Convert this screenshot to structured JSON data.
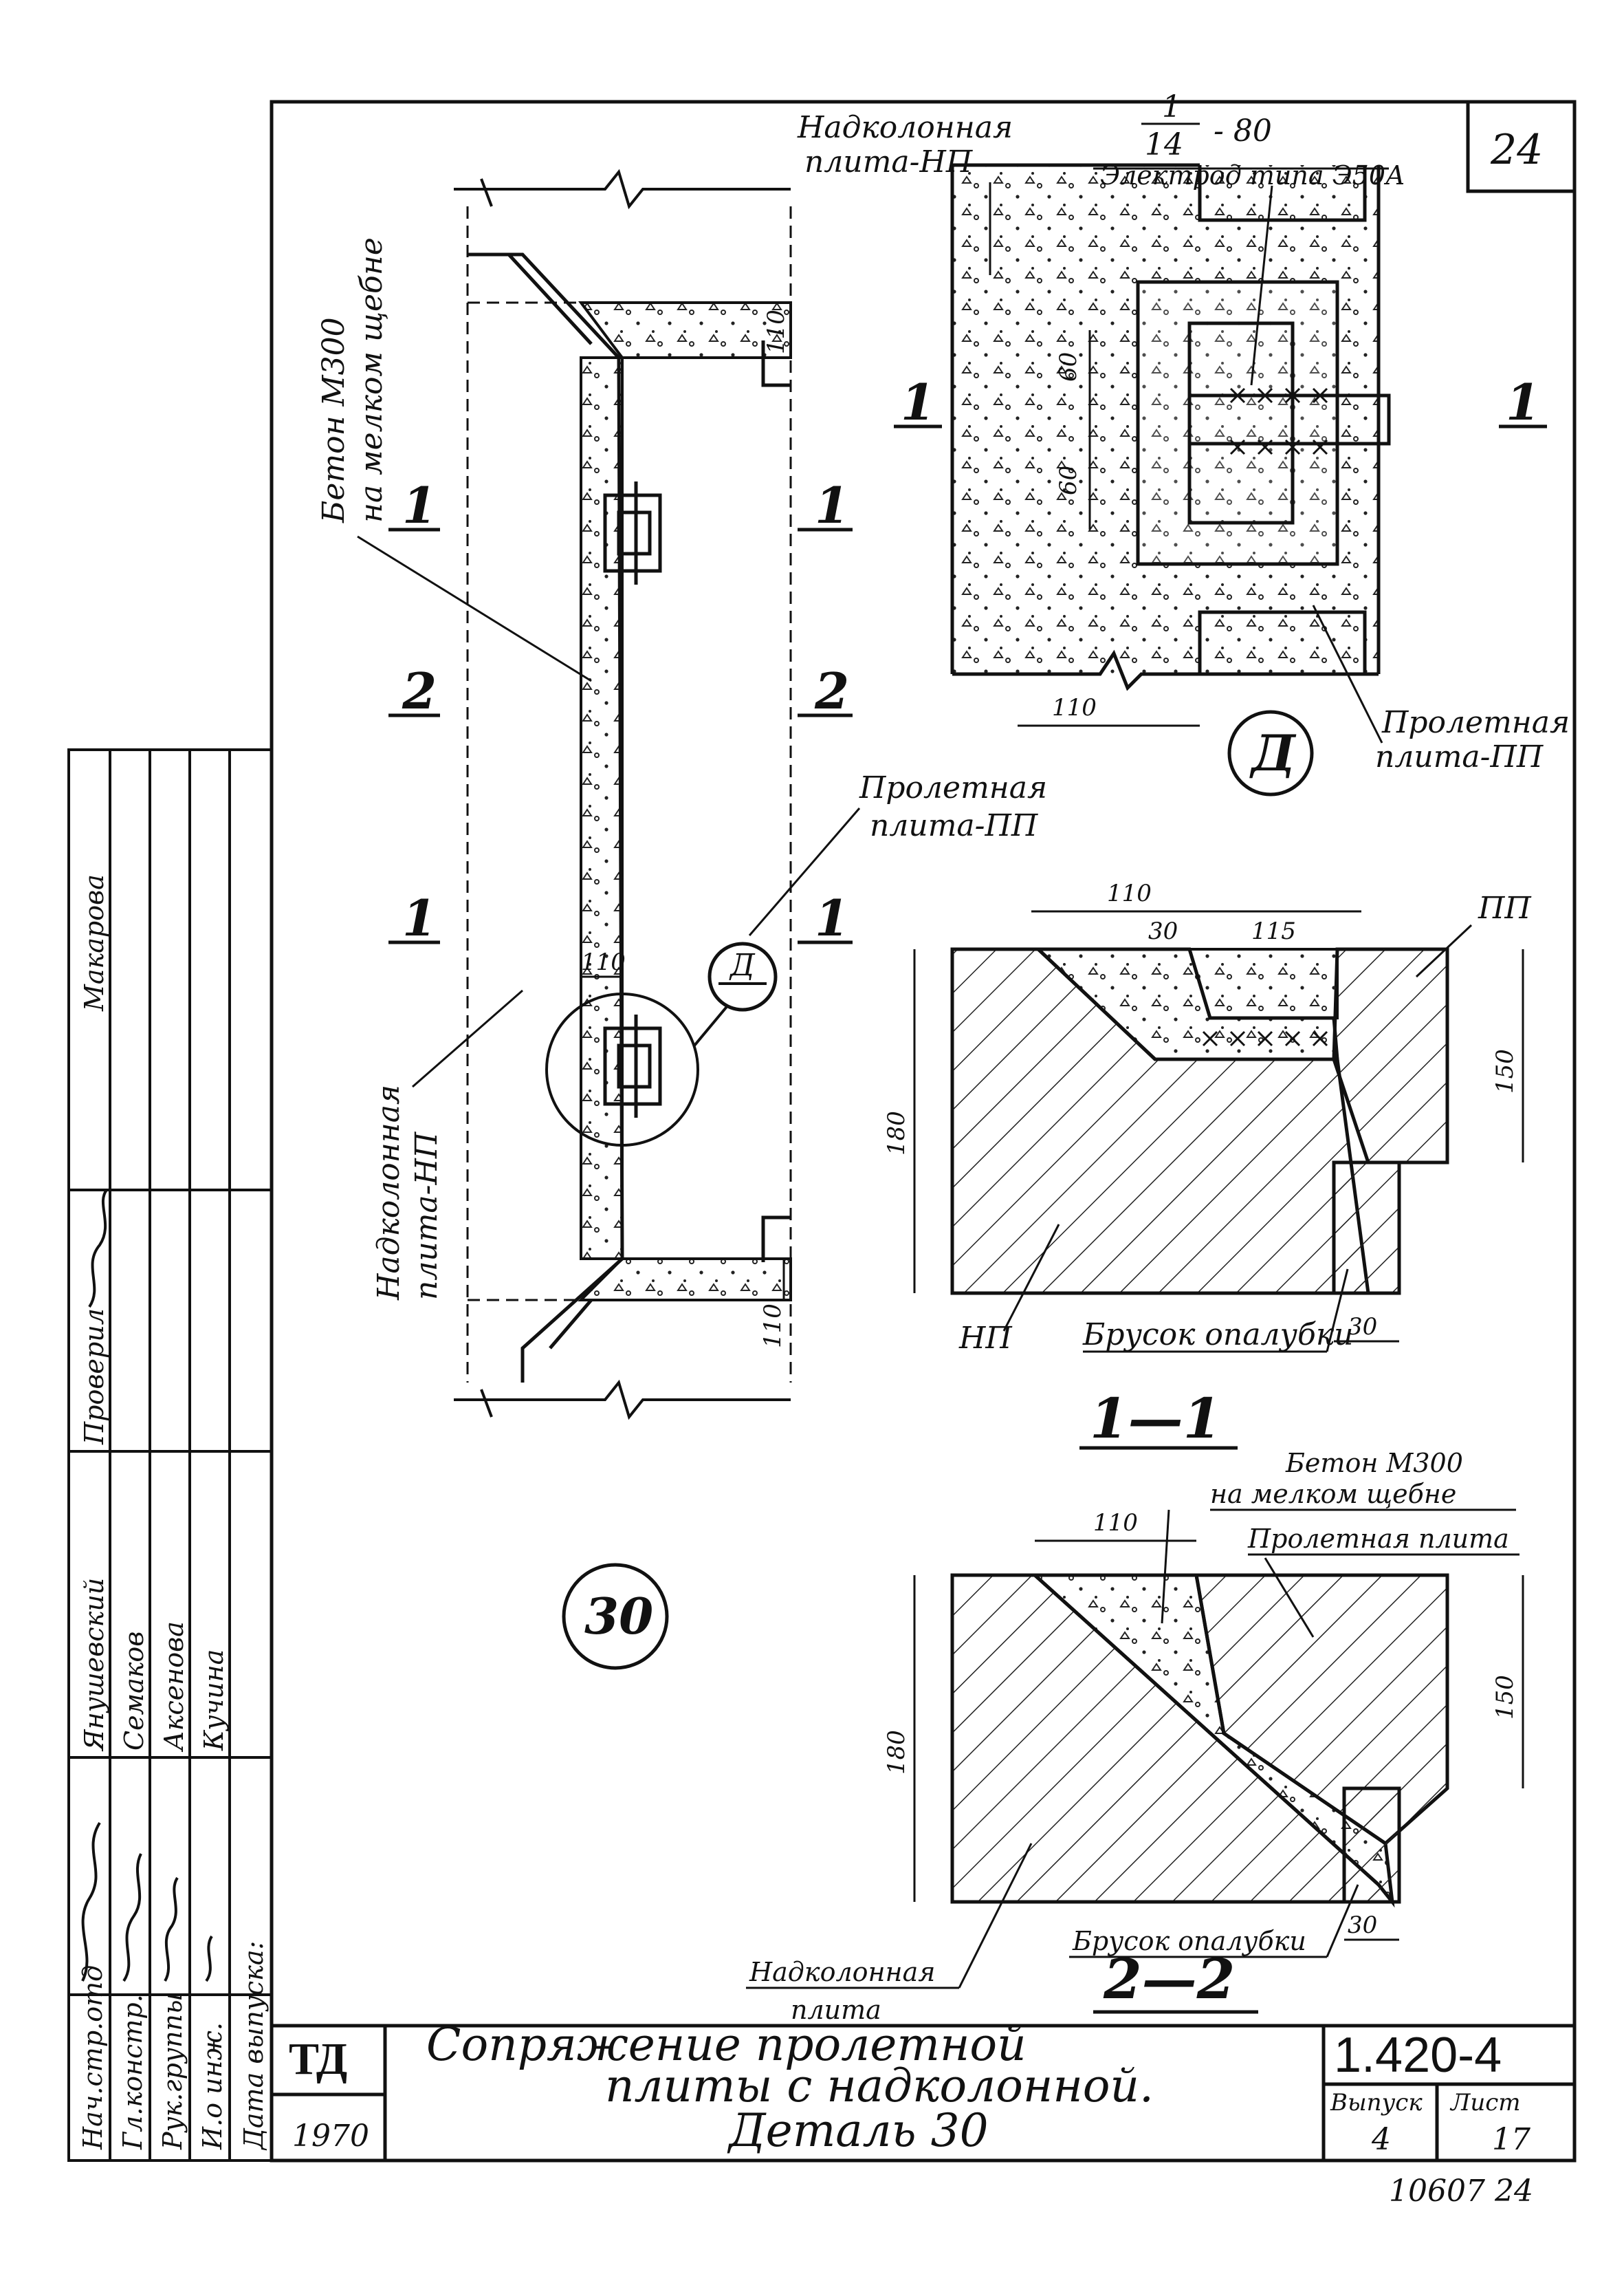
{
  "sheet": {
    "sheet_corner_number": "24",
    "stamp_td": "ТД",
    "year": "1970",
    "title_line1": "Сопряжение пролетной",
    "title_line2": "плиты с надколонной.",
    "title_line3": "Деталь 30",
    "series_code": "1.420-4",
    "issue_label": "Выпуск",
    "issue_value": "4",
    "sheet_label": "Лист",
    "sheet_value": "17",
    "archive_code": "10607 24"
  },
  "signatures": {
    "roles": [
      "Нач.стр.отд",
      "Гл.констр.",
      "Рук.группы",
      "И.о инж.",
      "Дата выпуска:"
    ],
    "names_bottom": [
      "Янушевский",
      "Семаков",
      "Аксенова",
      "Кучина"
    ],
    "names_top": [
      "Макарова",
      "Проверил"
    ]
  },
  "main_view": {
    "concrete_label_1": "Бетон М300",
    "concrete_label_2": "на мелком щебне",
    "column_slab_label_1": "Надколонная",
    "column_slab_label_2": "плита-НП",
    "span_slab_label_1": "Пролетная",
    "span_slab_label_2": "плита-ПП",
    "section_1": "1",
    "section_2": "2",
    "dim_110": "110",
    "detail_mark": "Д",
    "detail_number": "30"
  },
  "detail_d": {
    "column_slab_label_1": "Надколонная",
    "column_slab_label_2": "плита-НП",
    "weld_symbol_num": "1",
    "weld_symbol_den": "14",
    "weld_symbol_len": "- 80",
    "electrode_label": "Электрод типа Э50А",
    "dim_60": "60",
    "dim_110": "110",
    "section_1": "1",
    "span_slab_label_1": "Пролетная",
    "span_slab_label_2": "плита-ПП",
    "detail_mark": "Д"
  },
  "section_1_1": {
    "dim_110": "110",
    "dim_30": "30",
    "dim_115": "115",
    "dim_180": "180",
    "dim_150": "150",
    "dim_30_bottom": "30",
    "label_pp": "ПП",
    "label_np": "НП",
    "form_bar_label": "Брусок опалубки",
    "title": "1—1"
  },
  "section_2_2": {
    "concrete_label_1": "Бетон М300",
    "concrete_label_2": "на мелком щебне",
    "span_slab_label": "Пролетная плита",
    "dim_110": "110",
    "dim_180": "180",
    "dim_150": "150",
    "dim_30": "30",
    "column_slab_label_1": "Надколонная",
    "column_slab_label_2": "плита",
    "form_bar_label": "Брусок опалубки",
    "title": "2—2"
  }
}
